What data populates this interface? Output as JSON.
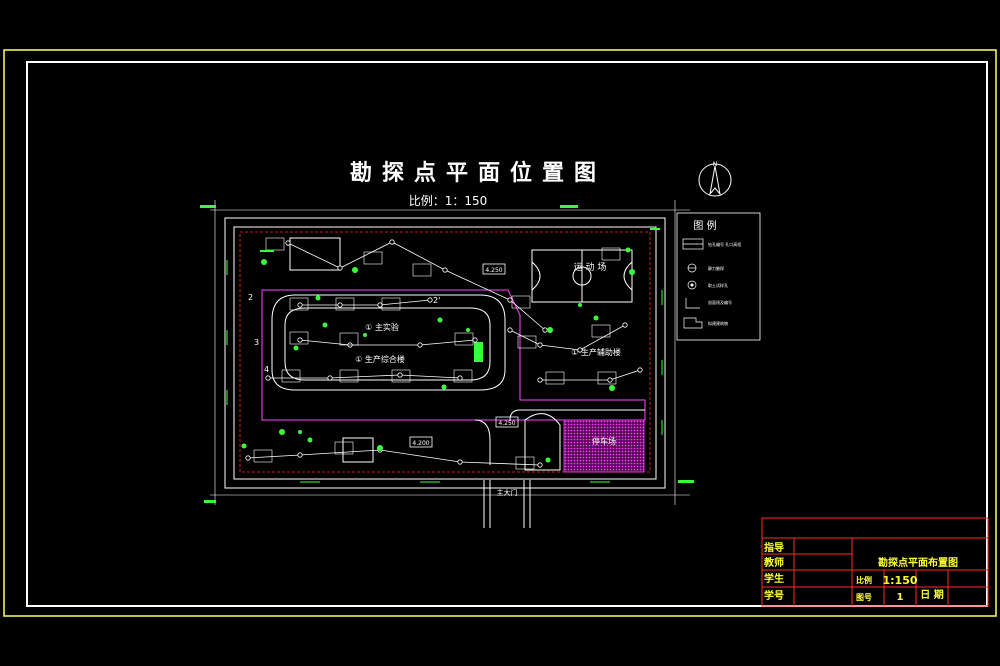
{
  "drawing": {
    "title": "勘探点平面位置图",
    "scale": "比例：1：150",
    "compass_label": "N"
  },
  "legend": {
    "title": "图 例",
    "items": [
      {
        "icon": "borehole-symbol-icon",
        "label": "钻孔编号 孔口高程"
      },
      {
        "icon": "soil-test-icon",
        "label": "静力触探"
      },
      {
        "icon": "rock-sample-icon",
        "label": "取土试样孔"
      },
      {
        "icon": "section-line-icon",
        "label": "剖面线及编号"
      },
      {
        "icon": "building-outline-icon",
        "label": "拟建建筑物"
      }
    ]
  },
  "site": {
    "main_building": "① 主实验",
    "production_building": "① 生产综合楼",
    "production_building_2": "① 生产辅助楼",
    "sports_field": "运 动 场",
    "parking": "停车场",
    "gate": "主大门",
    "elev_1": "4.250",
    "elev_2": "4.250",
    "elev_3": "4.200"
  },
  "title_block": {
    "left_rows": [
      "指导",
      "教师",
      "学生",
      "学号"
    ],
    "drawing_name": "勘探点平面布置图",
    "scale_label": "比例",
    "scale_value": "1:150",
    "drawing_no_label": "图号",
    "drawing_no": "1",
    "date_label": "日 期"
  },
  "colors": {
    "frame": "#ffff66",
    "line": "#ffffff",
    "red": "#ff2a2a",
    "green": "#39ff39",
    "magenta": "#ff44ff",
    "cyan": "#00d8ff"
  }
}
